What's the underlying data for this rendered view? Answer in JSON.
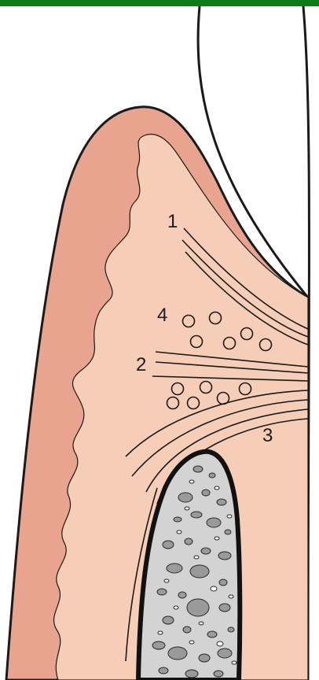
{
  "labels": {
    "label_1": "1",
    "label_2": "2",
    "label_3": "3",
    "label_4": "4"
  },
  "colors": {
    "header_bar": "#0e7a12",
    "epithelium": "#e8a48e",
    "connective_tissue": "#f6cdb7",
    "bone": "#d3d3d3",
    "outline": "#1a1a1a"
  }
}
